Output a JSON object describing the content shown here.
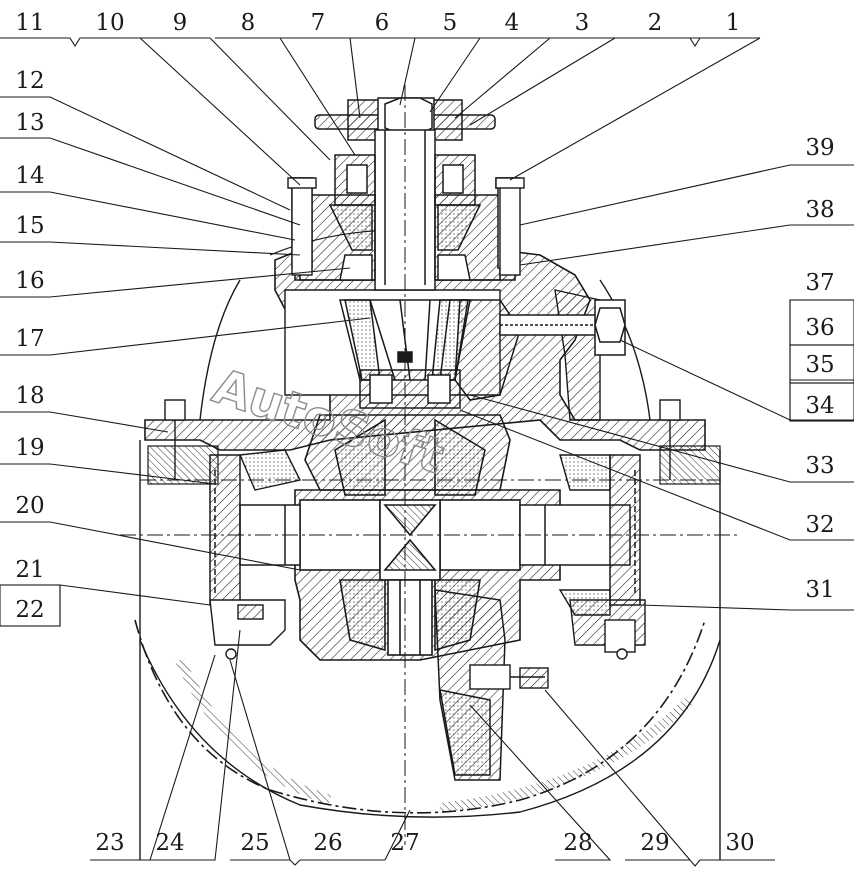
{
  "diagram": {
    "watermark": "AutoSoft",
    "line_color": "#1a1a1a",
    "callouts": [
      "1",
      "2",
      "3",
      "4",
      "5",
      "6",
      "7",
      "8",
      "9",
      "10",
      "11",
      "12",
      "13",
      "14",
      "15",
      "16",
      "17",
      "18",
      "19",
      "20",
      "21",
      "22",
      "23",
      "24",
      "25",
      "26",
      "27",
      "28",
      "29",
      "30",
      "31",
      "32",
      "33",
      "34",
      "35",
      "36",
      "37",
      "38",
      "39"
    ]
  }
}
